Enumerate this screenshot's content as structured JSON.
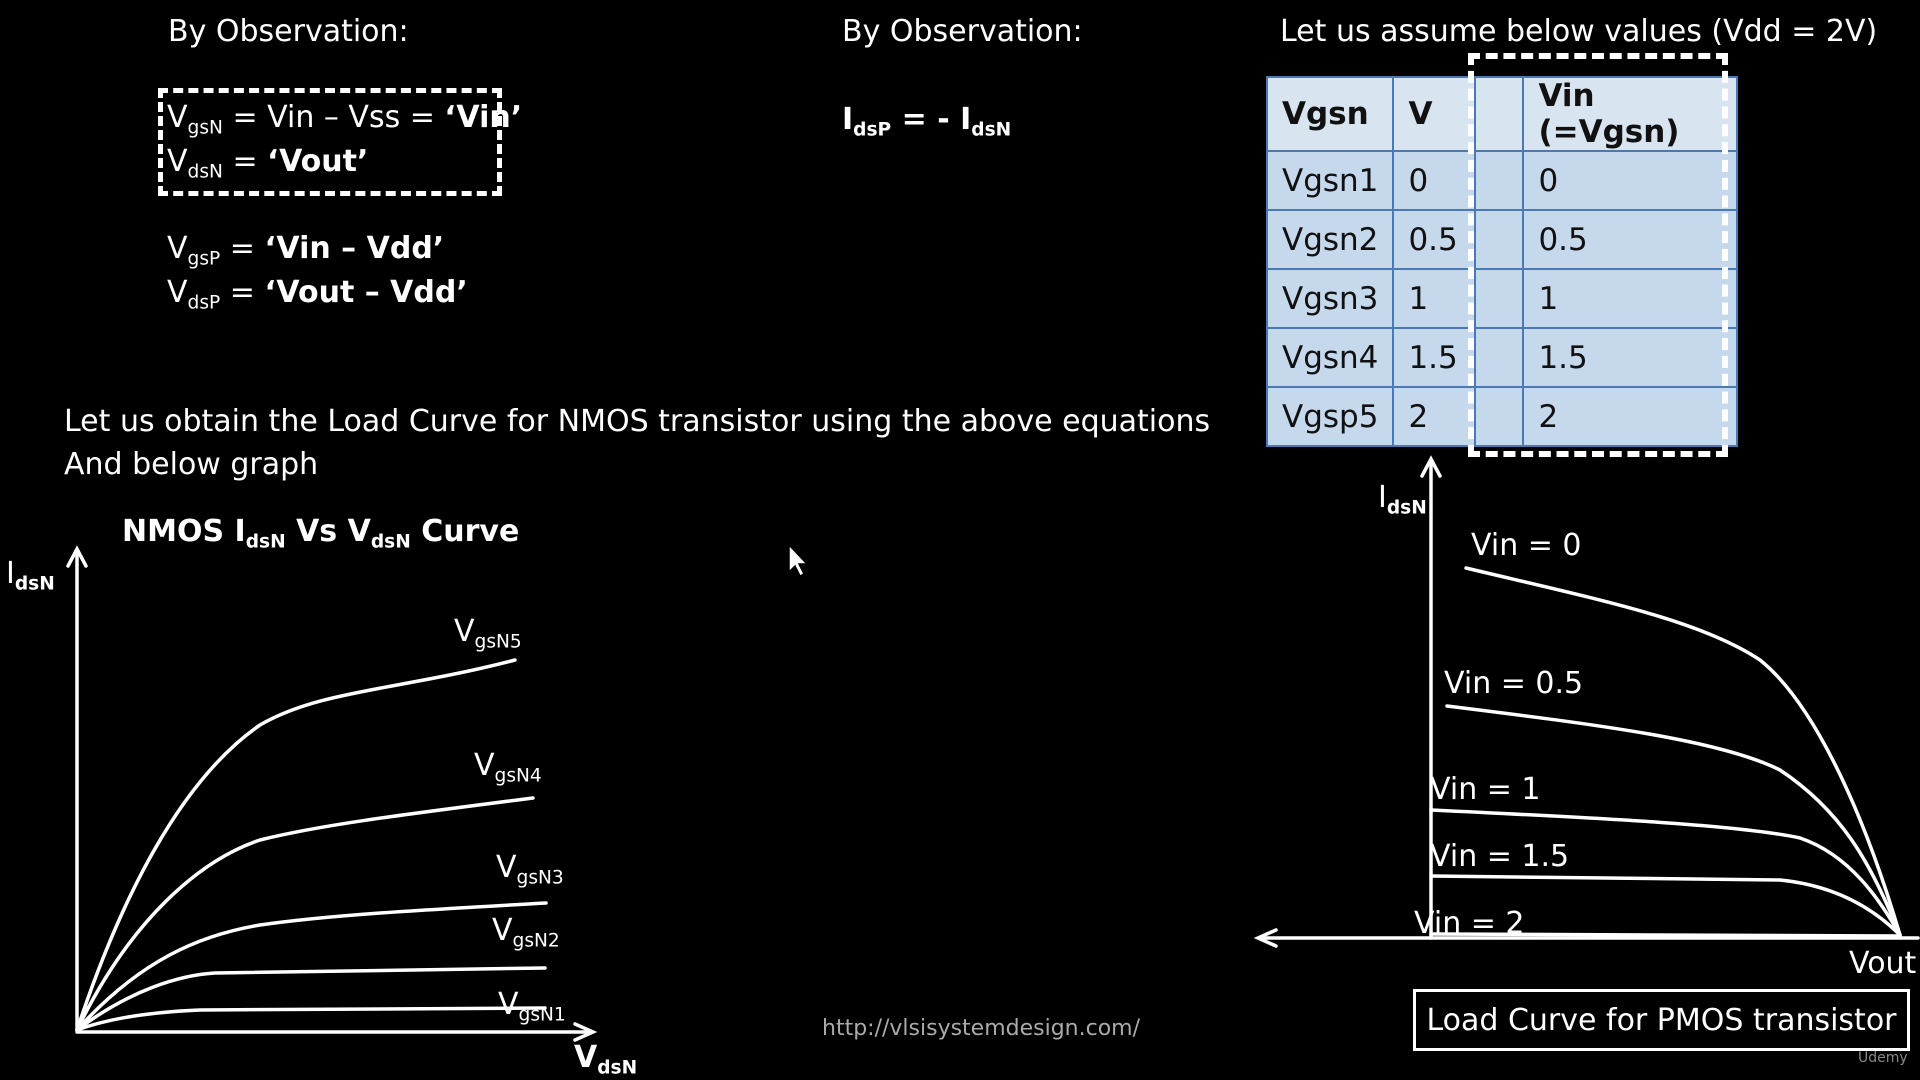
{
  "col1": {
    "heading": "By Observation:",
    "eq1": {
      "sym": "V",
      "sub": "gsN",
      "rhs_plain": " = Vin – Vss = ",
      "rhs_bold": "‘Vin’"
    },
    "eq2": {
      "sym": "V",
      "sub": "dsN",
      "rhs_plain": " = ",
      "rhs_bold": "‘Vout’"
    },
    "eq3": {
      "sym": "V",
      "sub": "gsP",
      "rhs_plain": " = ",
      "rhs_bold": "‘Vin – Vdd’"
    },
    "eq4": {
      "sym": "V",
      "sub": "dsP",
      "rhs_plain": " = ",
      "rhs_bold": "‘Vout – Vdd’"
    }
  },
  "col2": {
    "heading": "By Observation:",
    "eq": {
      "lhs": "I",
      "lhs_sub": "dsP",
      "mid": " = - I",
      "rhs_sub": "dsN"
    }
  },
  "col3": {
    "heading": "Let us assume below values (Vdd = 2V)",
    "table": {
      "headers": [
        "Vgsn",
        "V",
        "",
        "Vin (=Vgsn)"
      ],
      "rows": [
        [
          "Vgsn1",
          "0",
          "",
          "0"
        ],
        [
          "Vgsn2",
          "0.5",
          "",
          "0.5"
        ],
        [
          "Vgsn3",
          "1",
          "",
          "1"
        ],
        [
          "Vgsn4",
          "1.5",
          "",
          "1.5"
        ],
        [
          "Vgsp5",
          "2",
          "",
          "2"
        ]
      ]
    }
  },
  "instructions": {
    "line1": "Let us obtain the Load Curve for NMOS transistor using the above equations",
    "line2": "And below graph"
  },
  "nmos_chart": {
    "title": {
      "a": "NMOS I",
      "a_sub": "dsN",
      "b": " Vs V",
      "b_sub": "dsN",
      "c": " Curve"
    },
    "y_axis": {
      "sym": "I",
      "sub": "dsN"
    },
    "x_axis": {
      "sym": "V",
      "sub": "dsN"
    },
    "curve_labels": [
      {
        "sym": "V",
        "sub": "gsN5"
      },
      {
        "sym": "V",
        "sub": "gsN4"
      },
      {
        "sym": "V",
        "sub": "gsN3"
      },
      {
        "sym": "V",
        "sub": "gsN2"
      },
      {
        "sym": "V",
        "sub": "gsN1"
      }
    ]
  },
  "pmos_chart": {
    "y_axis": {
      "sym": "I",
      "sub": "dsN"
    },
    "x_axis": "Vout",
    "curve_labels": [
      "Vin = 0",
      "Vin = 0.5",
      "Vin = 1",
      "Vin = 1.5",
      "Vin = 2"
    ],
    "caption": "Load Curve for PMOS transistor"
  },
  "footer": {
    "url": "http://vlsisystemdesign.com/",
    "watermark": "Udemy"
  }
}
